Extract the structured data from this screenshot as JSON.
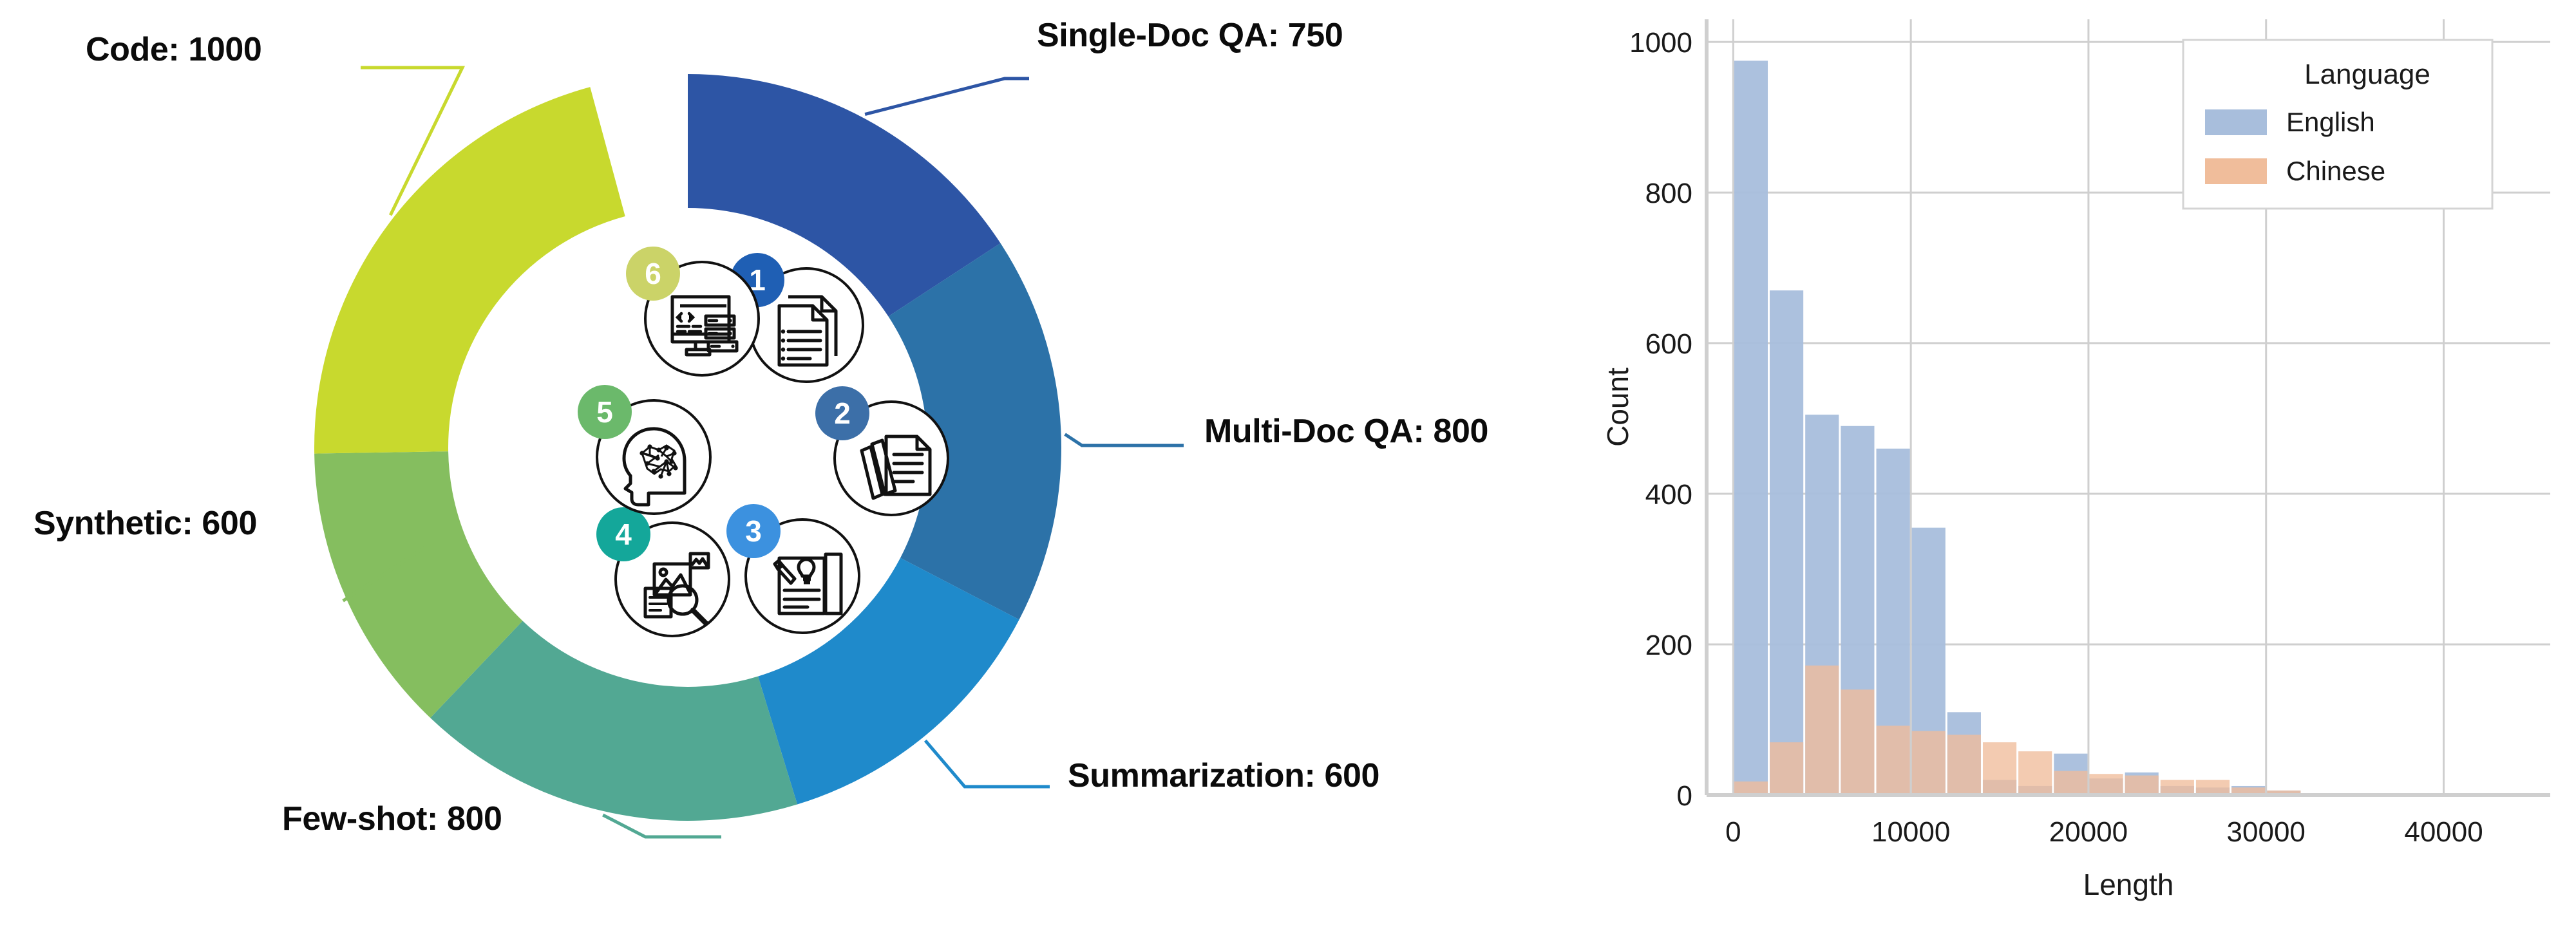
{
  "donut": {
    "title_hidden": "",
    "segments": [
      {
        "key": "single_doc_qa",
        "label": "Single-Doc QA: 750",
        "name": "Single-Doc QA",
        "value": 750,
        "color": "#2D55A5",
        "start_deg": 0,
        "end_deg": 56.84
      },
      {
        "key": "multi_doc_qa",
        "label": "Multi-Doc QA: 800",
        "name": "Multi-Doc QA",
        "value": 800,
        "color": "#2C72A8",
        "start_deg": 56.84,
        "end_deg": 117.47
      },
      {
        "key": "summarization",
        "label": "Summarization: 600",
        "name": "Summarization",
        "value": 600,
        "color": "#1F8ACB",
        "start_deg": 117.47,
        "end_deg": 162.95
      },
      {
        "key": "few_shot",
        "label": "Few-shot: 800",
        "name": "Few-shot",
        "value": 800,
        "color": "#52A893",
        "start_deg": 162.95,
        "end_deg": 223.58
      },
      {
        "key": "synthetic",
        "label": "Synthetic: 600",
        "name": "Synthetic",
        "value": 600,
        "color": "#85BE5F",
        "start_deg": 223.58,
        "end_deg": 269.05
      },
      {
        "key": "code",
        "label": "Code: 1000",
        "name": "Code",
        "value": 1000,
        "color": "#C8D92E",
        "start_deg": 269.05,
        "end_deg": 344.84
      }
    ],
    "icons": [
      {
        "n": "1",
        "badge_color": "#1F5FB4",
        "icon": "single-document-icon"
      },
      {
        "n": "2",
        "badge_color": "#3C6FA8",
        "icon": "multiple-documents-icon"
      },
      {
        "n": "3",
        "badge_color": "#3C91DF",
        "icon": "document-lightbulb-pen-icon"
      },
      {
        "n": "4",
        "badge_color": "#14A79A",
        "icon": "image-search-magnifier-icon"
      },
      {
        "n": "5",
        "badge_color": "#6BB96B",
        "icon": "brain-head-network-icon"
      },
      {
        "n": "6",
        "badge_color": "#CBD368",
        "icon": "code-monitor-icon"
      }
    ]
  },
  "chart_data": {
    "type": "bar",
    "subtype": "histogram-overlay",
    "title": "",
    "xlabel": "Length",
    "ylabel": "Count",
    "xlim": [
      -1500,
      46000
    ],
    "ylim": [
      0,
      1030
    ],
    "xticks": [
      0,
      10000,
      20000,
      30000,
      40000
    ],
    "xtick_labels": [
      "0",
      "10000",
      "20000",
      "30000",
      "40000"
    ],
    "yticks": [
      0,
      200,
      400,
      600,
      800,
      1000
    ],
    "ytick_labels": [
      "0",
      "200",
      "400",
      "600",
      "800",
      "1000"
    ],
    "grid": true,
    "legend": {
      "title": "Language",
      "position": "upper right",
      "entries": [
        {
          "name": "English",
          "color": "#A8BEDC"
        },
        {
          "name": "Chinese",
          "color": "#F0BD9B"
        }
      ]
    },
    "bin_width": 2000,
    "bin_starts": [
      0,
      2000,
      4000,
      6000,
      8000,
      10000,
      12000,
      14000,
      16000,
      18000,
      20000,
      22000,
      24000,
      26000,
      28000,
      30000,
      32000,
      34000,
      36000,
      38000
    ],
    "series": [
      {
        "name": "English",
        "color": "#A8BEDC",
        "values": [
          975,
          670,
          505,
          490,
          460,
          355,
          110,
          20,
          12,
          55,
          22,
          30,
          12,
          10,
          12,
          6,
          0,
          0,
          0,
          0
        ]
      },
      {
        "name": "Chinese",
        "color": "#F0BD9B",
        "values": [
          18,
          70,
          172,
          140,
          92,
          85,
          80,
          70,
          58,
          32,
          28,
          26,
          20,
          20,
          10,
          6,
          0,
          0,
          0,
          0
        ]
      }
    ]
  }
}
